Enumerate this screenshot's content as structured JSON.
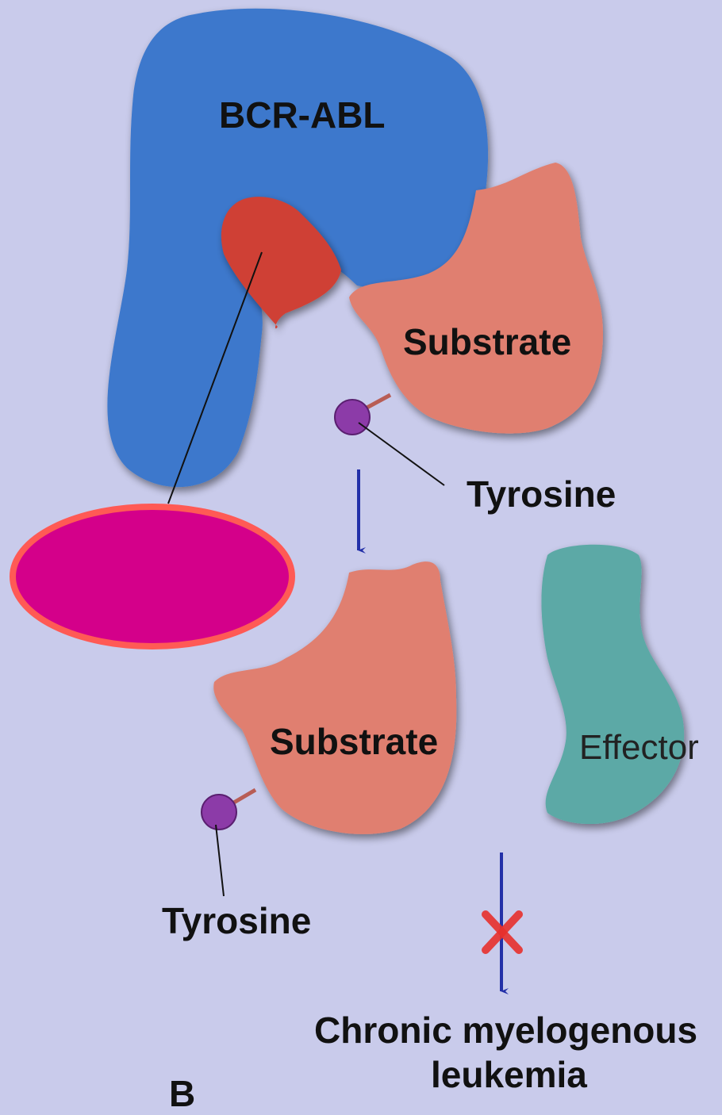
{
  "figure": {
    "panel_letter": "B",
    "labels": {
      "kinase": "BCR-ABL",
      "substrate_bound": "Substrate",
      "tyrosine_bound": "Tyrosine",
      "substrate_free": "Substrate",
      "tyrosine_free": "Tyrosine",
      "effector": "Effector",
      "outcome": [
        "Chronic myelogenous",
        "leukemia"
      ]
    },
    "colors": {
      "background": "#c9cbeb",
      "bcr_abl": "#3c78cc",
      "binding_pocket": "#cf4034",
      "substrate": "#e07f6f",
      "effector": "#5ca9a6",
      "tyrosine": "#8c3ba8",
      "arrow": "#2330a8",
      "blocked_x": "#e8302d",
      "masked_ellipse_fill": "#d4008a",
      "masked_ellipse_stroke": "#ff5a55"
    }
  }
}
